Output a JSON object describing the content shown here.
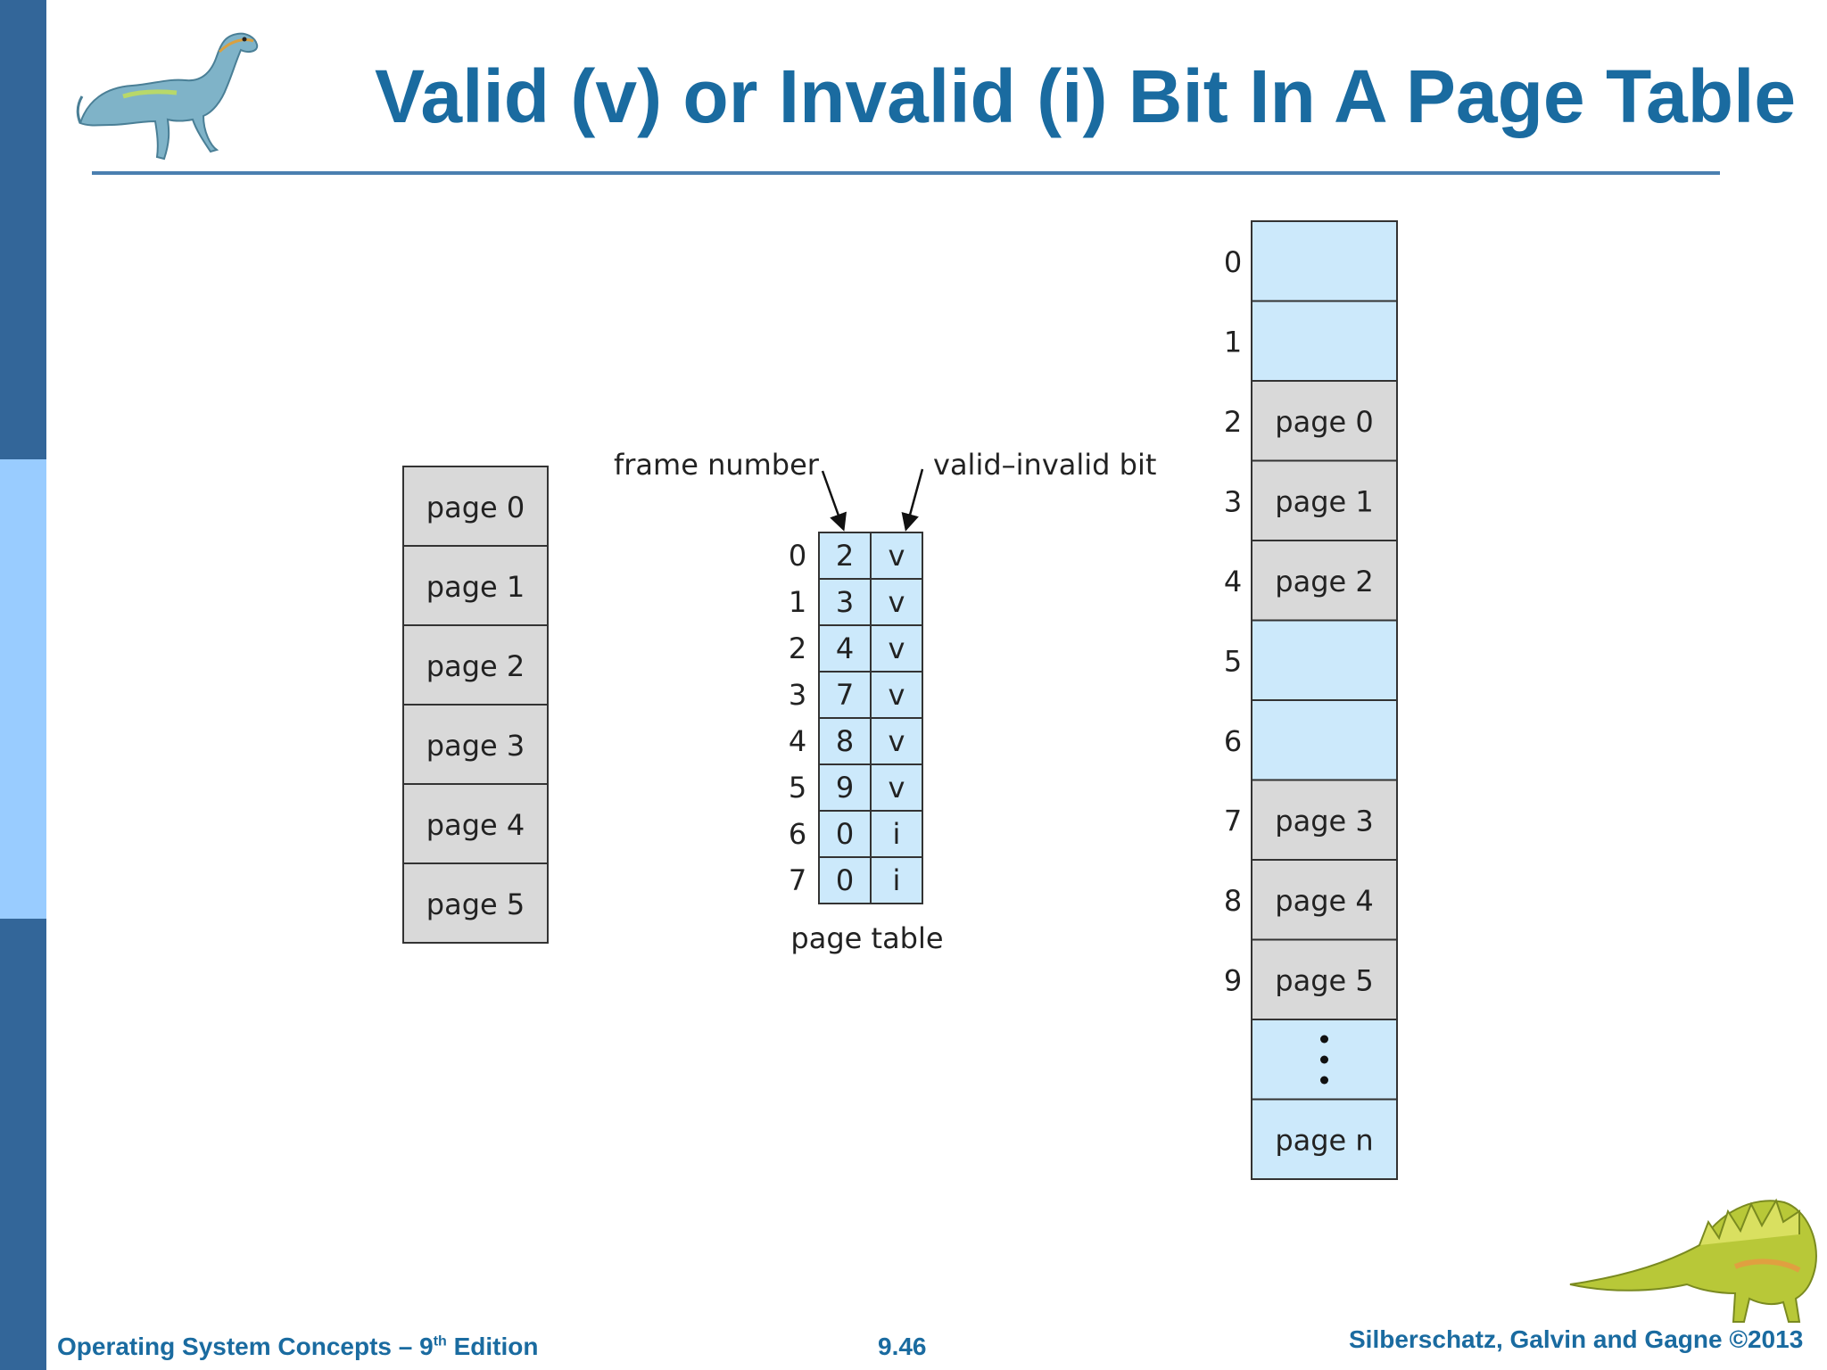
{
  "slide": {
    "title": "Valid (v) or Invalid (i) Bit In A Page Table",
    "footer_left": "Operating System Concepts – 9",
    "footer_left_sup": "th",
    "footer_left_suffix": " Edition",
    "footer_center": "9.46",
    "footer_right": "Silberschatz, Galvin and Gagne ©2013"
  },
  "colors": {
    "title": "#1a6ba0",
    "sidebar_dark": "#336699",
    "sidebar_light": "#99ccff",
    "logical_page_fill": "#d9d9d9",
    "table_fill": "#cce9fb",
    "memory_free_fill": "#cce9fb"
  },
  "diagram": {
    "logical_memory": [
      "page 0",
      "page 1",
      "page 2",
      "page 3",
      "page 4",
      "page 5"
    ],
    "page_table": {
      "caption": "page table",
      "frame_label": "frame number",
      "bit_label": "valid–invalid bit",
      "rows": [
        {
          "index": "0",
          "frame": "2",
          "bit": "v"
        },
        {
          "index": "1",
          "frame": "3",
          "bit": "v"
        },
        {
          "index": "2",
          "frame": "4",
          "bit": "v"
        },
        {
          "index": "3",
          "frame": "7",
          "bit": "v"
        },
        {
          "index": "4",
          "frame": "8",
          "bit": "v"
        },
        {
          "index": "5",
          "frame": "9",
          "bit": "v"
        },
        {
          "index": "6",
          "frame": "0",
          "bit": "i"
        },
        {
          "index": "7",
          "frame": "0",
          "bit": "i"
        }
      ]
    },
    "physical_memory": [
      {
        "index": "0",
        "label": "",
        "used": false
      },
      {
        "index": "1",
        "label": "",
        "used": false
      },
      {
        "index": "2",
        "label": "page 0",
        "used": true
      },
      {
        "index": "3",
        "label": "page 1",
        "used": true
      },
      {
        "index": "4",
        "label": "page 2",
        "used": true
      },
      {
        "index": "5",
        "label": "",
        "used": false
      },
      {
        "index": "6",
        "label": "",
        "used": false
      },
      {
        "index": "7",
        "label": "page 3",
        "used": true
      },
      {
        "index": "8",
        "label": "page 4",
        "used": true
      },
      {
        "index": "9",
        "label": "page 5",
        "used": true
      },
      {
        "index": "",
        "label": "",
        "used": false,
        "ellipsis": true
      },
      {
        "index": "",
        "label": "page n",
        "used": false
      }
    ]
  }
}
